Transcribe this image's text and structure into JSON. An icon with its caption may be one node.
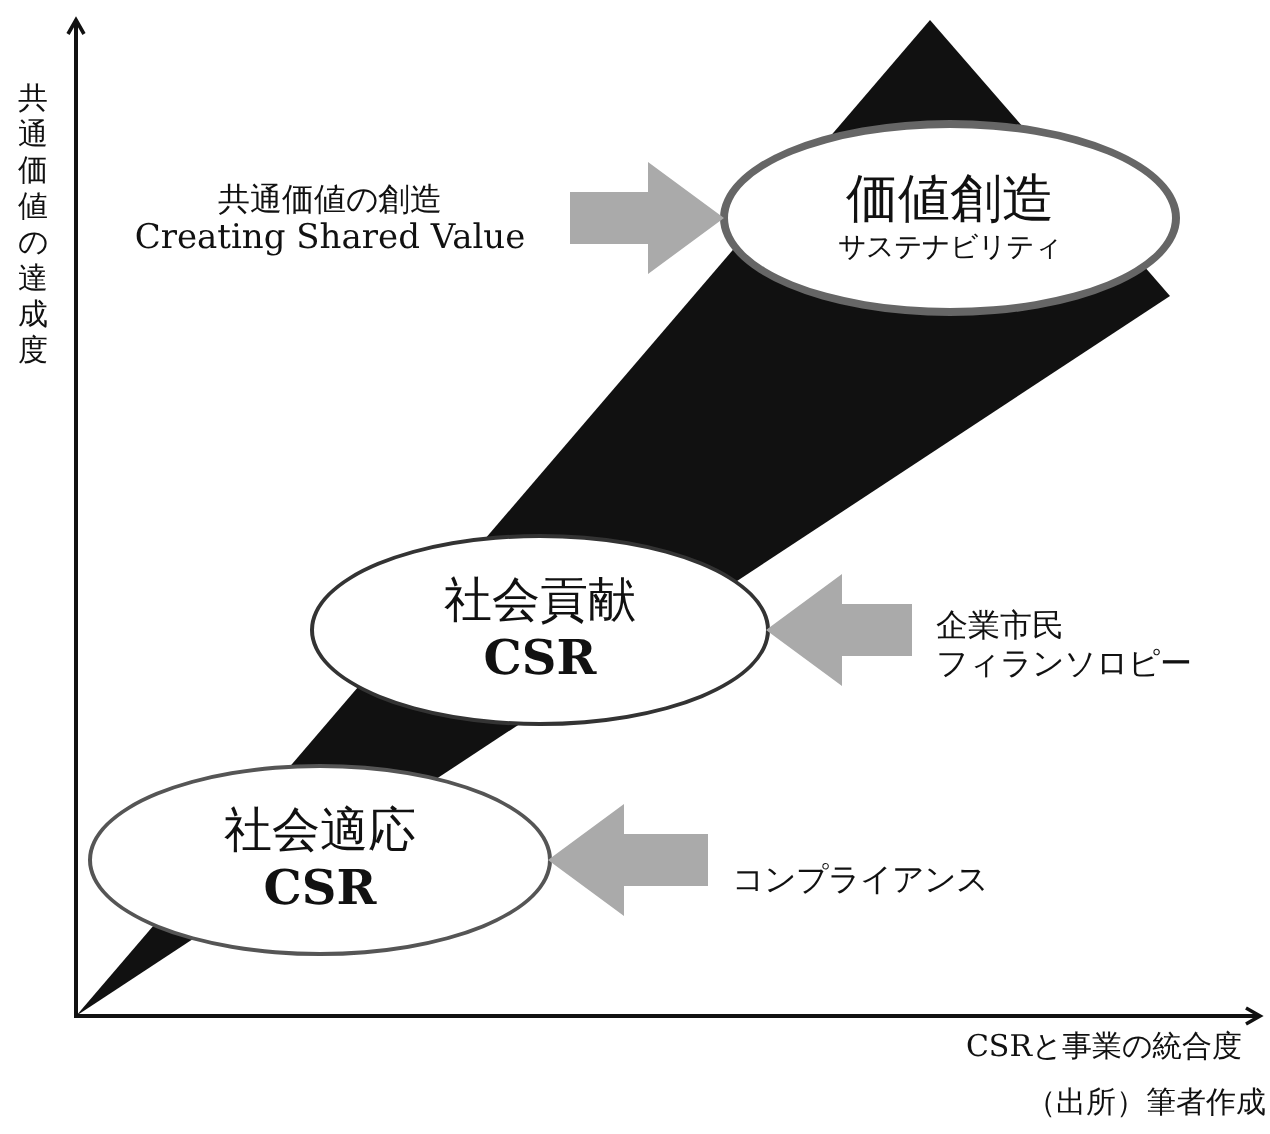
{
  "diagram": {
    "caption": "（出所）筆者作成",
    "nodes": [
      {
        "text": [
          "価値創造",
          "サステナビリティ"
        ]
      },
      {
        "text": [
          "社会貢献",
          "CSR"
        ]
      },
      {
        "text": [
          "社会適応",
          "CSR"
        ]
      },
      {
        "text": [
          "共通価値の創造",
          "Creating Shared Value"
        ]
      },
      {
        "text": [
          "企業市民",
          "フィランソロピー"
        ]
      },
      {
        "text": [
          "コンプライアンス"
        ]
      }
    ],
    "edges": [
      {
        "from": 3,
        "to": 0,
        "arrow": "to",
        "color": "#aaaaaa"
      },
      {
        "from": 4,
        "to": 1,
        "arrow": "to",
        "color": "#aaaaaa"
      },
      {
        "from": 5,
        "to": 2,
        "arrow": "to",
        "color": "#aaaaaa"
      }
    ],
    "labels": [
      "共通価値の達成度",
      "CSRと事業の統合度"
    ]
  }
}
